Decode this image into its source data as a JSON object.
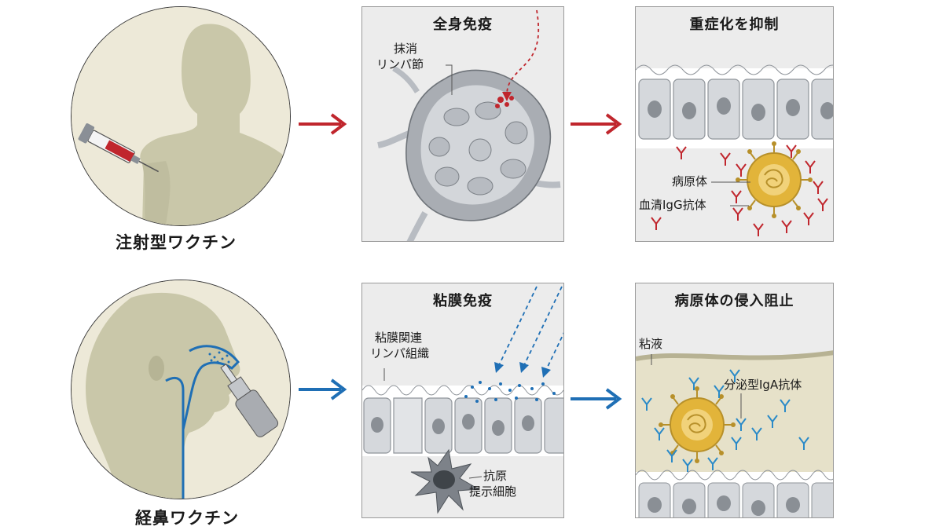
{
  "rows": [
    {
      "caption": "注射型ワクチン",
      "arrow_color": "#c0262d",
      "panel_mid": {
        "title": "全身免疫",
        "labels": [
          "抹消",
          "リンパ節"
        ]
      },
      "panel_right": {
        "title": "重症化を抑制",
        "labels": [
          "病原体",
          "血清IgG抗体"
        ]
      }
    },
    {
      "caption": "経鼻ワクチン",
      "arrow_color": "#1f6fb5",
      "panel_mid": {
        "title": "粘膜免疫",
        "labels": [
          "粘膜関連",
          "リンパ組織",
          "抗原",
          "提示細胞"
        ]
      },
      "panel_right": {
        "title": "病原体の侵入阻止",
        "labels": [
          "粘液",
          "分泌型IgA抗体"
        ]
      }
    }
  ],
  "colors": {
    "injection": "#c0262d",
    "nasal": "#1f6fb5",
    "pathogen": "#e2b43a"
  }
}
